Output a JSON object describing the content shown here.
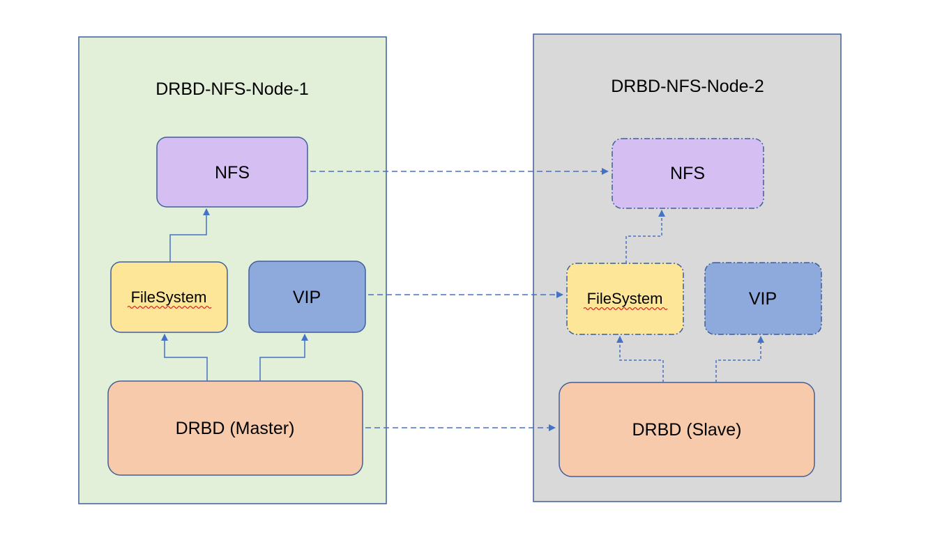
{
  "colors": {
    "node1_bg": "#e2efd9",
    "node2_bg": "#d9d9d9",
    "border": "#3f5f9a",
    "nfs": "#d5bff2",
    "filesystem": "#fde697",
    "vip": "#8ea9db",
    "drbd": "#f7caac",
    "arrow": "#4472c4",
    "squiggle": "#e02020"
  },
  "nodes": [
    {
      "title": "DRBD-NFS-Node-1",
      "nfs": "NFS",
      "filesystem": "FileSystem",
      "vip": "VIP",
      "drbd": "DRBD (Master)"
    },
    {
      "title": "DRBD-NFS-Node-2",
      "nfs": "NFS",
      "filesystem": "FileSystem",
      "vip": "VIP",
      "drbd": "DRBD (Slave)"
    }
  ]
}
